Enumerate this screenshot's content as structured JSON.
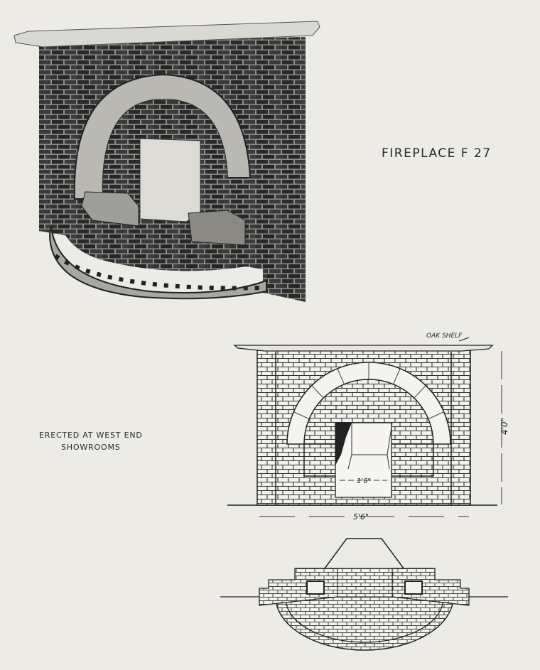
{
  "page": {
    "title": "FIREPLACE F 27",
    "caption_line1": "ERECTED AT WEST END",
    "caption_line2": "SHOWROOMS"
  },
  "drawing": {
    "shelf_label": "OAK SHELF",
    "height_dim": "4'0\"",
    "opening_dim": "1'6\"",
    "width_dim": "5'6\""
  },
  "colors": {
    "paper": "#ecebe6",
    "brick_dark": "#2b2b2b",
    "ink": "#222222"
  }
}
